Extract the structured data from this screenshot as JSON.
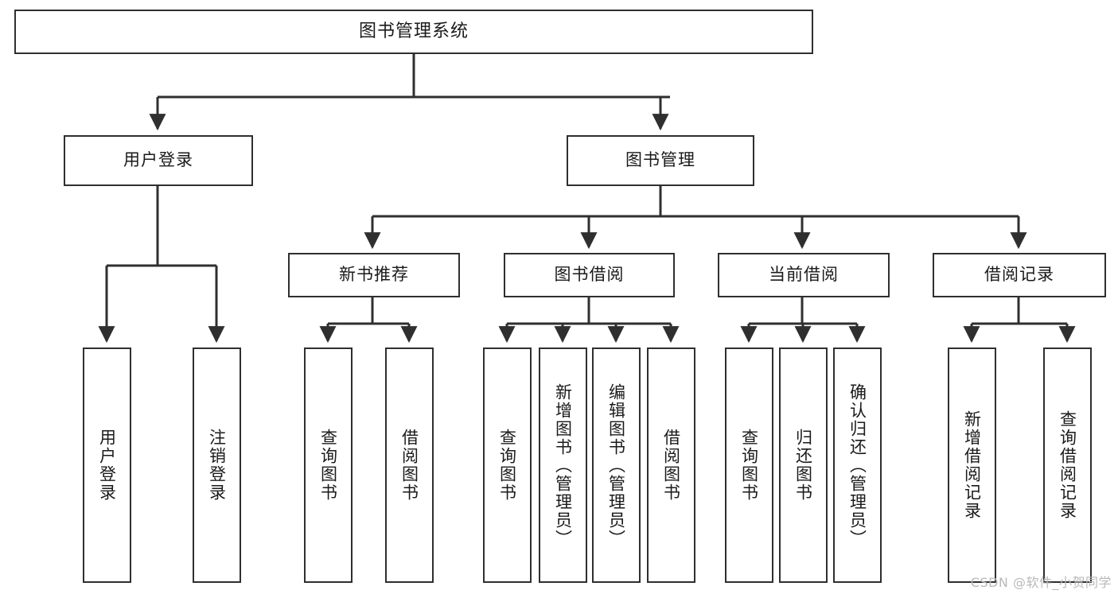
{
  "diagram": {
    "title": "图书管理系统",
    "type": "tree-hierarchy-chart",
    "watermark": "CSDN @软件_小贺同学",
    "colors": {
      "stroke": "#2f2f2f",
      "box_fill": "#ffffff",
      "text": "#1a1a1a",
      "watermark": "#b9b9b9",
      "background": "#ffffff"
    },
    "nodes": {
      "root": {
        "label": "图书管理系统"
      },
      "level2": [
        {
          "id": "user-login",
          "label": "用户登录"
        },
        {
          "id": "book-manage",
          "label": "图书管理"
        }
      ],
      "level3": [
        {
          "id": "new-book-recommend",
          "label": "新书推荐"
        },
        {
          "id": "book-borrow",
          "label": "图书借阅"
        },
        {
          "id": "current-borrow",
          "label": "当前借阅"
        },
        {
          "id": "borrow-record",
          "label": "借阅记录"
        }
      ],
      "leaves": {
        "user_login": [
          {
            "id": "leaf-user-login",
            "label": "用户登录"
          },
          {
            "id": "leaf-logout-login",
            "label": "注销登录"
          }
        ],
        "new_book_recommend": [
          {
            "id": "leaf-query-book-1",
            "label": "查询图书"
          },
          {
            "id": "leaf-borrow-book-1",
            "label": "借阅图书"
          }
        ],
        "book_borrow": [
          {
            "id": "leaf-query-book-2",
            "label": "查询图书"
          },
          {
            "id": "leaf-add-book",
            "label": "新增图书（管理员）"
          },
          {
            "id": "leaf-edit-book",
            "label": "编辑图书（管理员）"
          },
          {
            "id": "leaf-borrow-book-2",
            "label": "借阅图书"
          }
        ],
        "current_borrow": [
          {
            "id": "leaf-query-book-3",
            "label": "查询图书"
          },
          {
            "id": "leaf-return-book",
            "label": "归还图书"
          },
          {
            "id": "leaf-confirm-return",
            "label": "确认归还（管理员）"
          }
        ],
        "borrow_record": [
          {
            "id": "leaf-add-record",
            "label": "新增借阅记录"
          },
          {
            "id": "leaf-query-record",
            "label": "查询借阅记录"
          }
        ]
      }
    },
    "edges": [
      {
        "from": "图书管理系统",
        "to": "用户登录"
      },
      {
        "from": "图书管理系统",
        "to": "图书管理"
      },
      {
        "from": "用户登录",
        "to": "用户登录"
      },
      {
        "from": "用户登录",
        "to": "注销登录"
      },
      {
        "from": "图书管理",
        "to": "新书推荐"
      },
      {
        "from": "图书管理",
        "to": "图书借阅"
      },
      {
        "from": "图书管理",
        "to": "当前借阅"
      },
      {
        "from": "图书管理",
        "to": "借阅记录"
      },
      {
        "from": "新书推荐",
        "to": "查询图书"
      },
      {
        "from": "新书推荐",
        "to": "借阅图书"
      },
      {
        "from": "图书借阅",
        "to": "查询图书"
      },
      {
        "from": "图书借阅",
        "to": "新增图书（管理员）"
      },
      {
        "from": "图书借阅",
        "to": "编辑图书（管理员）"
      },
      {
        "from": "图书借阅",
        "to": "借阅图书"
      },
      {
        "from": "当前借阅",
        "to": "查询图书"
      },
      {
        "from": "当前借阅",
        "to": "归还图书"
      },
      {
        "from": "当前借阅",
        "to": "确认归还（管理员）"
      },
      {
        "from": "借阅记录",
        "to": "新增借阅记录"
      },
      {
        "from": "借阅记录",
        "to": "查询借阅记录"
      }
    ]
  }
}
